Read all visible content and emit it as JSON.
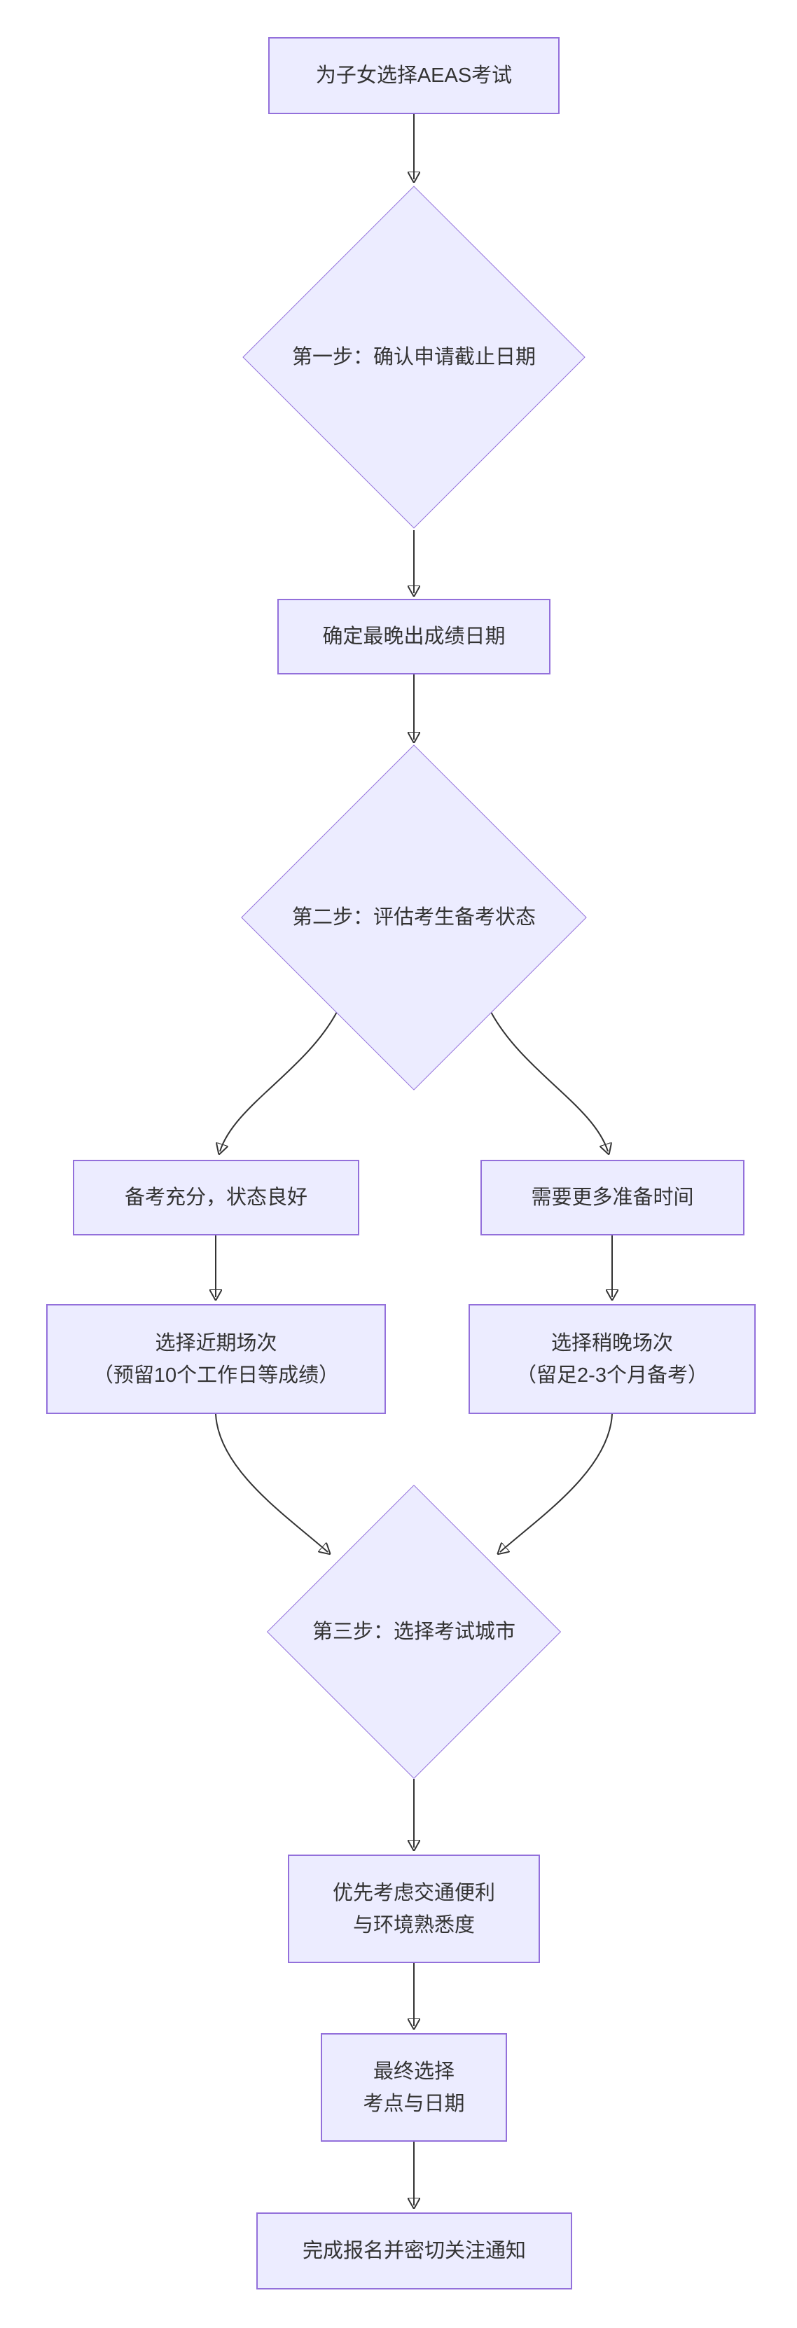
{
  "diagram": {
    "type": "flowchart",
    "direction": "top-down",
    "colors": {
      "node_fill": "#ECECFF",
      "node_border": "#9370DB",
      "edge_color": "#333333",
      "text_color": "#333333",
      "background": "#ffffff"
    },
    "nodes": [
      {
        "id": "start",
        "shape": "rect",
        "lines": [
          "为子女选择AEAS考试"
        ]
      },
      {
        "id": "step1",
        "shape": "diamond",
        "lines": [
          "第一步：确认申请截止日期"
        ]
      },
      {
        "id": "latest-score",
        "shape": "rect",
        "lines": [
          "确定最晚出成绩日期"
        ]
      },
      {
        "id": "step2",
        "shape": "diamond",
        "lines": [
          "第二步：评估考生备考状态"
        ]
      },
      {
        "id": "well-prepared",
        "shape": "rect",
        "lines": [
          "备考充分，状态良好"
        ]
      },
      {
        "id": "need-more-time",
        "shape": "rect",
        "lines": [
          "需要更多准备时间"
        ]
      },
      {
        "id": "near-session",
        "shape": "rect",
        "lines": [
          "选择近期场次",
          "（预留10个工作日等成绩）"
        ]
      },
      {
        "id": "later-session",
        "shape": "rect",
        "lines": [
          "选择稍晚场次",
          "（留足2-3个月备考）"
        ]
      },
      {
        "id": "step3",
        "shape": "diamond",
        "lines": [
          "第三步：选择考试城市"
        ]
      },
      {
        "id": "convenience",
        "shape": "rect",
        "lines": [
          "优先考虑交通便利",
          "与环境熟悉度"
        ]
      },
      {
        "id": "final-choice",
        "shape": "rect",
        "lines": [
          "最终选择",
          "考点与日期"
        ]
      },
      {
        "id": "register",
        "shape": "rect",
        "lines": [
          "完成报名并密切关注通知"
        ]
      }
    ]
  }
}
